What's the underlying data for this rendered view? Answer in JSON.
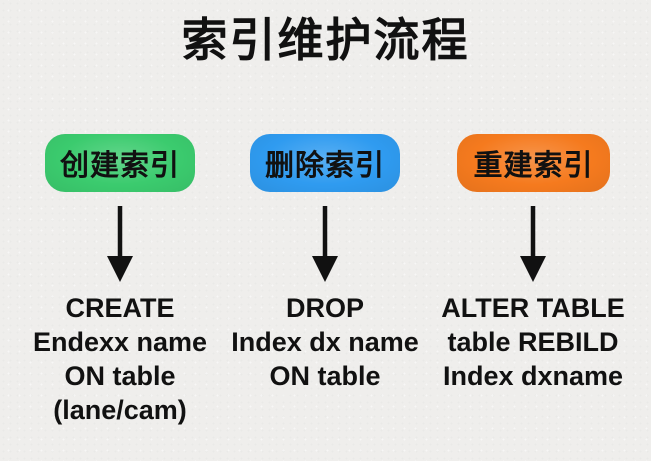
{
  "title": "索引维护流程",
  "background_color": "#efeeec",
  "text_color": "#111111",
  "columns": [
    {
      "id": "create-index",
      "box_label": "创建索引",
      "box_color": "#3bcb6e",
      "command_lines": [
        "CREATE",
        "Endexx name",
        "ON table",
        "(lane/cam)"
      ]
    },
    {
      "id": "drop-index",
      "box_label": "删除索引",
      "box_color": "#2f9bf0",
      "command_lines": [
        "DROP",
        "Index dx name",
        "ON table"
      ]
    },
    {
      "id": "rebuild-index",
      "box_label": "重建索引",
      "box_color": "#f57a1e",
      "command_lines": [
        "ALTER TABLE",
        "table REBILD",
        "Index dxname"
      ]
    }
  ]
}
